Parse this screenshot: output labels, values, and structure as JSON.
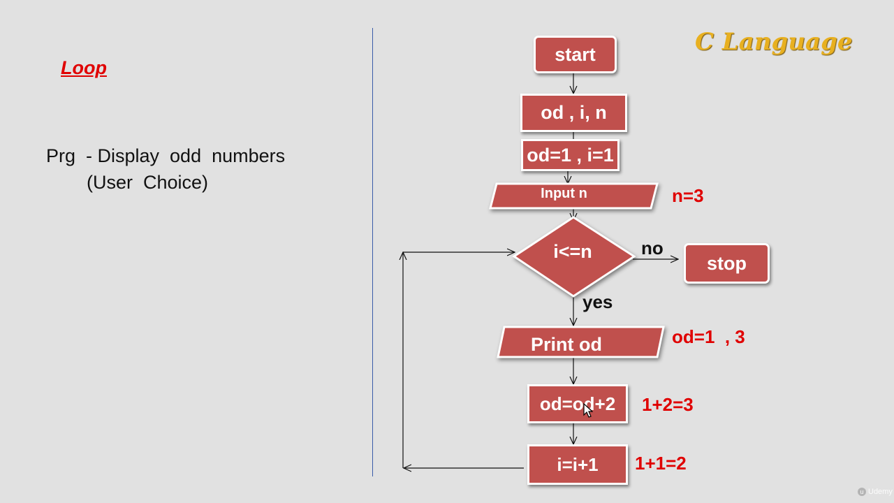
{
  "left_panel": {
    "title": "Loop",
    "program_line1": "Prg  - Display  odd  numbers",
    "program_line2": "(User  Choice)"
  },
  "brand": "C Language",
  "flowchart": {
    "start": "start",
    "declare": "od , i, n",
    "init": "od=1 , i=1",
    "input": "Input n",
    "condition": "i<=n",
    "no_label": "no",
    "yes_label": "yes",
    "stop": "stop",
    "print": "Print od",
    "increment_od": "od=od+2",
    "increment_i": "i=i+1"
  },
  "annotations": {
    "n_value": "n=3",
    "od_values": "od=1  , 3",
    "od_calc": "1+2=3",
    "i_calc": "1+1=2"
  },
  "watermark": "Udemy",
  "colors": {
    "box_fill": "#c0504d",
    "annotation_red": "#e00000",
    "brand_gold": "#e8b020",
    "divider_blue": "#3a5ca8"
  }
}
